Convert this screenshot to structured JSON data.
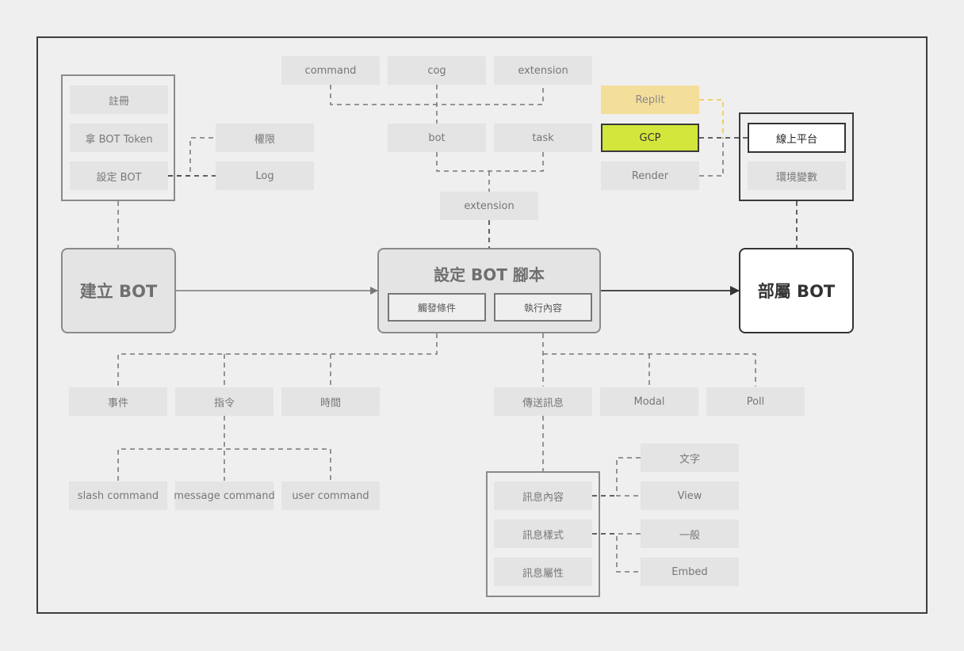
{
  "boxes": {
    "command": "command",
    "cog": "cog",
    "extension_top": "extension",
    "bot": "bot",
    "task": "task",
    "extension_mid": "extension",
    "register": "註冊",
    "get_token": "拿 BOT Token",
    "setup_bot": "設定 BOT",
    "permission": "權限",
    "log": "Log",
    "replit": "Replit",
    "gcp": "GCP",
    "render": "Render",
    "online_platform": "線上平台",
    "env_vars": "環境變數",
    "create_bot": "建立 BOT",
    "script_title": "設定 BOT 腳本",
    "trigger": "觸發條件",
    "exec": "執行內容",
    "deploy_bot": "部屬 BOT",
    "event": "事件",
    "command_cn": "指令",
    "time": "時間",
    "send_msg": "傳送訊息",
    "modal": "Modal",
    "poll": "Poll",
    "slash_command": "slash command",
    "message_command": "message command",
    "user_command": "user command",
    "msg_content": "訊息內容",
    "msg_style": "訊息樣式",
    "msg_attr": "訊息屬性",
    "text": "文字",
    "view": "View",
    "normal": "一般",
    "embed": "Embed"
  },
  "colors": {
    "replit": "#f3de9a",
    "gcp": "#d2e63c",
    "yellow_link": "#f0c53a"
  }
}
